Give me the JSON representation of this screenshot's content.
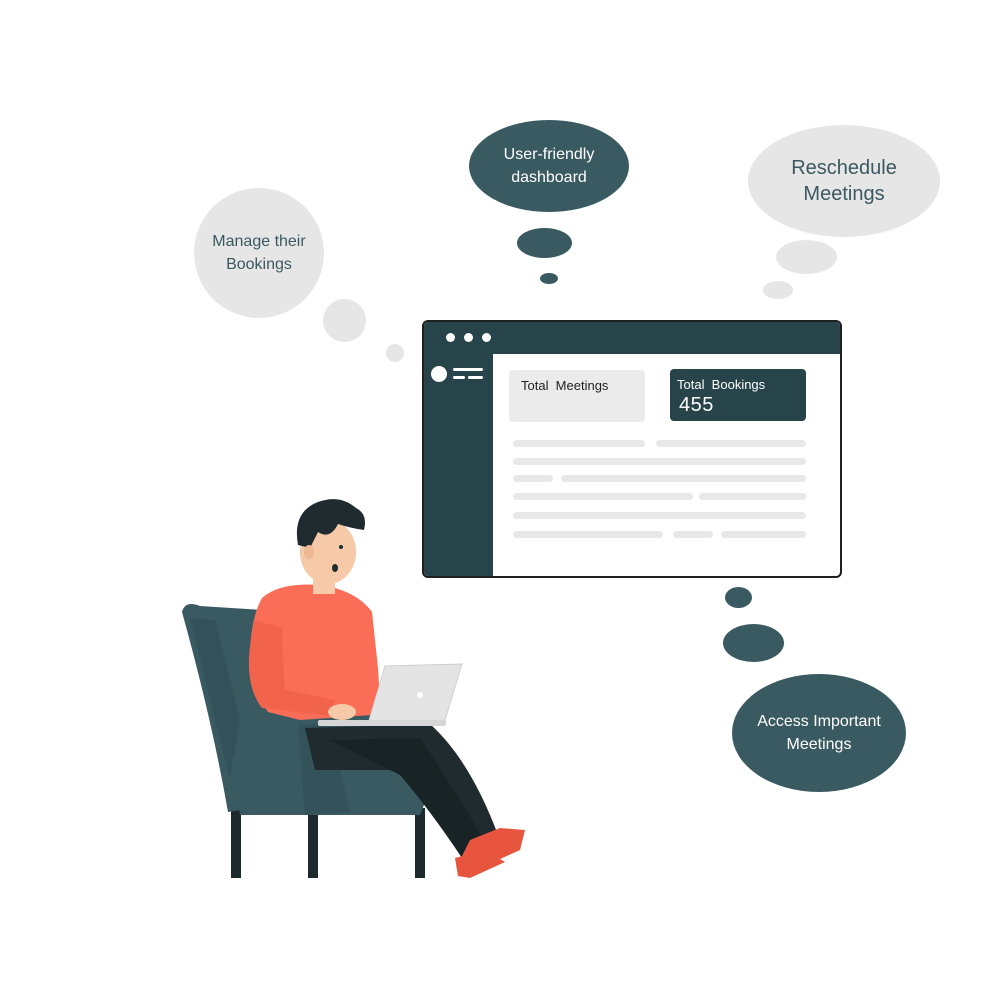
{
  "bubbles": {
    "manage": "Manage their Bookings",
    "user_friendly": "User-friendly dashboard",
    "reschedule": "Reschedule Meetings",
    "access": "Access Important Meetings"
  },
  "dashboard": {
    "total_meetings_label": "Total  Meetings",
    "total_meetings_value": "",
    "total_bookings_label": "Total  Bookings",
    "total_bookings_value": "455"
  },
  "colors": {
    "dark_teal": "#27444b",
    "bubble_dark": "#3a5a62",
    "bubble_light": "#e6e6e6",
    "shirt": "#fa6d57",
    "chair": "#3a5a62"
  },
  "icons": [
    "window-dot-icon",
    "avatar-icon",
    "menu-icon",
    "laptop-icon"
  ]
}
